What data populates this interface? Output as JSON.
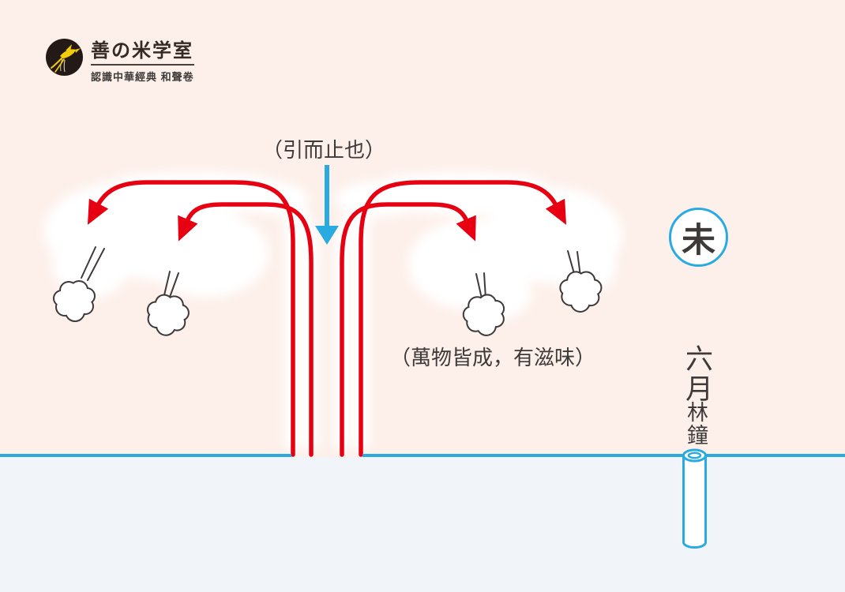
{
  "logo": {
    "title": "善の米学室",
    "subtitle": "認識中華經典 和聲卷",
    "icon": "bird-icon"
  },
  "annotations": {
    "top": "（引而止也）",
    "middle": "（萬物皆成，有滋味）"
  },
  "right_panel": {
    "earthly_branch": "未",
    "month": "六月",
    "pitch_name": "林鐘"
  },
  "icons": {
    "logo": "bird-icon",
    "hanging_shape": "cloud-puff-icon",
    "down_arrow": "down-arrow-icon",
    "pipe": "pitch-pipe"
  },
  "colors": {
    "background": "#fdf0eb",
    "ground": "#f1f4f8",
    "red": "#e60012",
    "blue": "#29abe2",
    "text": "#3e3a39",
    "logo_circle": "#231916",
    "bird_yellow": "#f2cc0c"
  }
}
